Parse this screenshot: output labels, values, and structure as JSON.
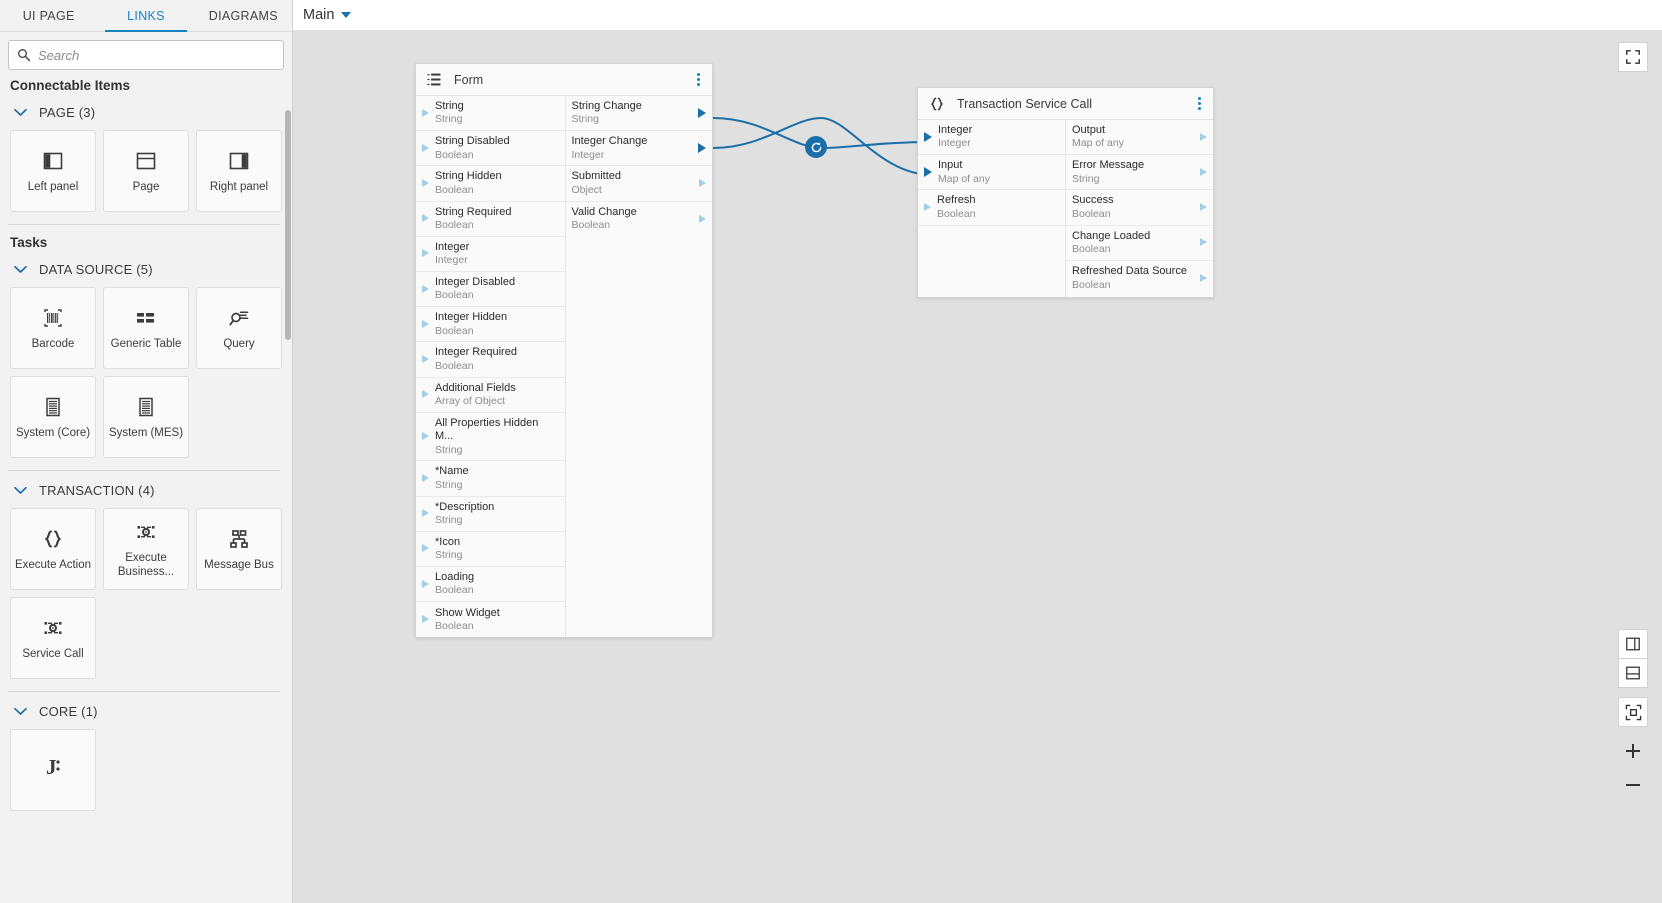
{
  "tabs": [
    {
      "label": "UI PAGE",
      "active": false
    },
    {
      "label": "LINKS",
      "active": true
    },
    {
      "label": "DIAGRAMS",
      "active": false
    }
  ],
  "search": {
    "value": "",
    "placeholder": "Search"
  },
  "sidebar": {
    "connectable_title": "Connectable Items",
    "tasks_title": "Tasks",
    "groups": [
      {
        "key": "page",
        "label": "PAGE (3)",
        "items": [
          {
            "label": "Left panel",
            "icon": "left-panel-icon"
          },
          {
            "label": "Page",
            "icon": "page-icon"
          },
          {
            "label": "Right panel",
            "icon": "right-panel-icon"
          }
        ]
      },
      {
        "key": "data_source",
        "label": "DATA SOURCE (5)",
        "items": [
          {
            "label": "Barcode",
            "icon": "barcode-icon"
          },
          {
            "label": "Generic Table",
            "icon": "table-icon"
          },
          {
            "label": "Query",
            "icon": "query-icon"
          },
          {
            "label": "System (Core)",
            "icon": "document-icon"
          },
          {
            "label": "System (MES)",
            "icon": "document-icon"
          }
        ]
      },
      {
        "key": "transaction",
        "label": "TRANSACTION (4)",
        "items": [
          {
            "label": "Execute Action",
            "icon": "braces-icon"
          },
          {
            "label": "Execute Business...",
            "icon": "process-icon"
          },
          {
            "label": "Message Bus",
            "icon": "message-bus-icon"
          },
          {
            "label": "Service Call",
            "icon": "process-icon"
          }
        ]
      },
      {
        "key": "core",
        "label": "CORE (1)",
        "items": [
          {
            "label": "",
            "icon": "js-icon"
          }
        ]
      }
    ]
  },
  "canvas": {
    "diagram_name": "Main",
    "colors": {
      "link": "#1b6ea8",
      "accent": "#1683c1",
      "background": "#e0e0e0"
    },
    "nodes": [
      {
        "id": "form",
        "title": "Form",
        "icon": "form-icon",
        "inputs": [
          {
            "name": "String",
            "type": "String",
            "port": "hollow"
          },
          {
            "name": "String Disabled",
            "type": "Boolean",
            "port": "hollow"
          },
          {
            "name": "String Hidden",
            "type": "Boolean",
            "port": "hollow"
          },
          {
            "name": "String Required",
            "type": "Boolean",
            "port": "hollow"
          },
          {
            "name": "Integer",
            "type": "Integer",
            "port": "hollow"
          },
          {
            "name": "Integer Disabled",
            "type": "Boolean",
            "port": "hollow"
          },
          {
            "name": "Integer Hidden",
            "type": "Boolean",
            "port": "hollow"
          },
          {
            "name": "Integer Required",
            "type": "Boolean",
            "port": "hollow"
          },
          {
            "name": "Additional Fields",
            "type": "Array of Object",
            "port": "hollow"
          },
          {
            "name": "All Properties Hidden M...",
            "type": "String",
            "port": "hollow"
          },
          {
            "name": "*Name",
            "type": "String",
            "port": "hollow"
          },
          {
            "name": "*Description",
            "type": "String",
            "port": "hollow"
          },
          {
            "name": "*Icon",
            "type": "String",
            "port": "hollow"
          },
          {
            "name": "Loading",
            "type": "Boolean",
            "port": "hollow"
          },
          {
            "name": "Show Widget",
            "type": "Boolean",
            "port": "hollow"
          }
        ],
        "outputs": [
          {
            "name": "String Change",
            "type": "String",
            "port": "solid"
          },
          {
            "name": "Integer Change",
            "type": "Integer",
            "port": "solid"
          },
          {
            "name": "Submitted",
            "type": "Object",
            "port": "hollow"
          },
          {
            "name": "Valid Change",
            "type": "Boolean",
            "port": "hollow"
          }
        ]
      },
      {
        "id": "transaction_service_call",
        "title": "Transaction Service Call",
        "icon": "braces-icon",
        "inputs": [
          {
            "name": "Integer",
            "type": "Integer",
            "port": "solid"
          },
          {
            "name": "Input",
            "type": "Map of any",
            "port": "solid"
          },
          {
            "name": "Refresh",
            "type": "Boolean",
            "port": "hollow"
          }
        ],
        "outputs": [
          {
            "name": "Output",
            "type": "Map of any",
            "port": "hollow"
          },
          {
            "name": "Error Message",
            "type": "String",
            "port": "hollow"
          },
          {
            "name": "Success",
            "type": "Boolean",
            "port": "hollow"
          },
          {
            "name": "Change Loaded",
            "type": "Boolean",
            "port": "hollow"
          },
          {
            "name": "Refreshed Data Source",
            "type": "Boolean",
            "port": "hollow"
          }
        ]
      }
    ],
    "toolbar": [
      {
        "key": "fullscreen",
        "icon": "fullscreen-icon"
      },
      {
        "key": "fit-horizontal",
        "icon": "fit-horizontal-icon"
      },
      {
        "key": "fit-vertical",
        "icon": "fit-vertical-icon"
      },
      {
        "key": "fit-content",
        "icon": "fit-content-icon"
      },
      {
        "key": "zoom-in",
        "icon": "plus-icon"
      },
      {
        "key": "zoom-out",
        "icon": "minus-icon"
      }
    ]
  }
}
